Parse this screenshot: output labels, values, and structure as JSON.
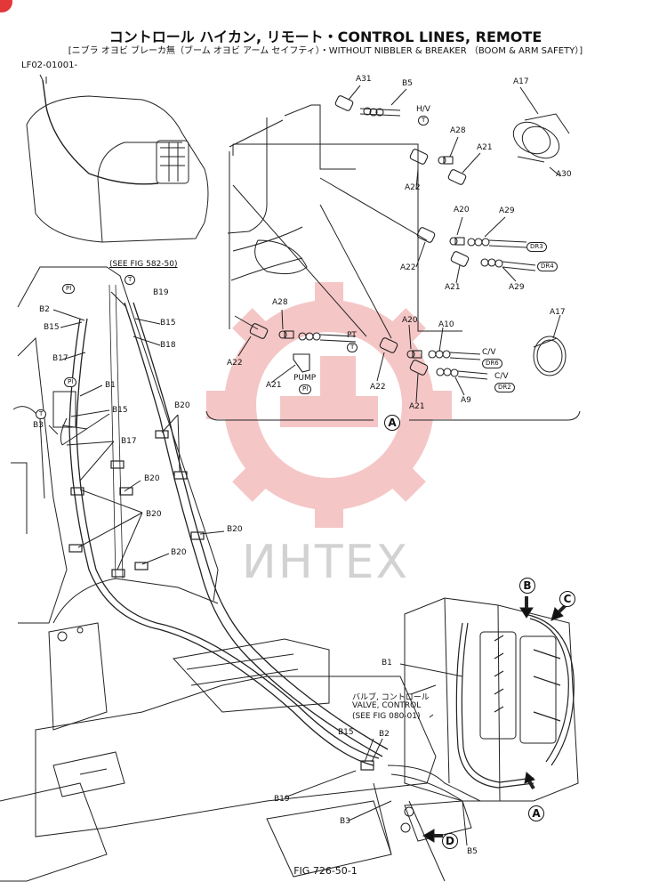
{
  "header": {
    "title": "コントロール ハイカン, リモート・CONTROL LINES, REMOTE",
    "subtitle": "[ニブラ オヨビ ブレーカ無（ブーム オヨビ アーム セイフティ）・WITHOUT NIBBLER & BREAKER （BOOM & ARM SAFETY）]",
    "doc_id": "LF02-01001-"
  },
  "watermark": "ИНТЕХ",
  "figure_number": "FIG 726-50-1",
  "see_fig_582": "(SEE FIG 582-50)",
  "valve_note": {
    "line1": "バルブ, コントロール",
    "line2": "VALVE, CONTROL",
    "line3": "(SEE FIG 080-01)"
  },
  "port_tags": {
    "pi_1": "PI",
    "pi_2": "PI",
    "t_1": "T",
    "t_2": "T",
    "t_3": "T",
    "t_4": "T",
    "pi_3": "PI",
    "dr3": "DR3",
    "dr4": "DR4",
    "dr6": "DR6",
    "dr2": "DR2"
  },
  "line_labels": {
    "hv": "H/V",
    "pt": "PT",
    "pump": "PUMP",
    "cv_1": "C/V",
    "cv_2": "C/V"
  },
  "view_markers": [
    "A",
    "A",
    "B",
    "C",
    "D"
  ],
  "part_labels": {
    "a31": "A31",
    "b5_top": "B5",
    "a17_top": "A17",
    "a28_top": "A28",
    "a21_top": "A21",
    "a22_1": "A22",
    "a30": "A30",
    "a20_1": "A20",
    "a29_1": "A29",
    "a22_2": "A22",
    "a21_2": "A21",
    "a29_2": "A29",
    "a28_mid": "A28",
    "a22_3": "A22",
    "a21_3": "A21",
    "a20_2": "A20",
    "a10": "A10",
    "a17_mid": "A17",
    "a22_4": "A22",
    "a21_4": "A21",
    "a9": "A9",
    "b19_1": "B19",
    "b2_1": "B2",
    "b15_1": "B15",
    "b15_2": "B15",
    "b18": "B18",
    "b17_1": "B17",
    "b1_1": "B1",
    "b15_3": "B15",
    "b3_1": "B3",
    "b17_2": "B17",
    "b20_1": "B20",
    "b20_2": "B20",
    "b20_3": "B20",
    "b20_4": "B20",
    "b20_5": "B20",
    "b1_2": "B1",
    "b15_4": "B15",
    "b2_2": "B2",
    "b19_2": "B19",
    "b3_2": "B3",
    "b5_bottom": "B5"
  }
}
